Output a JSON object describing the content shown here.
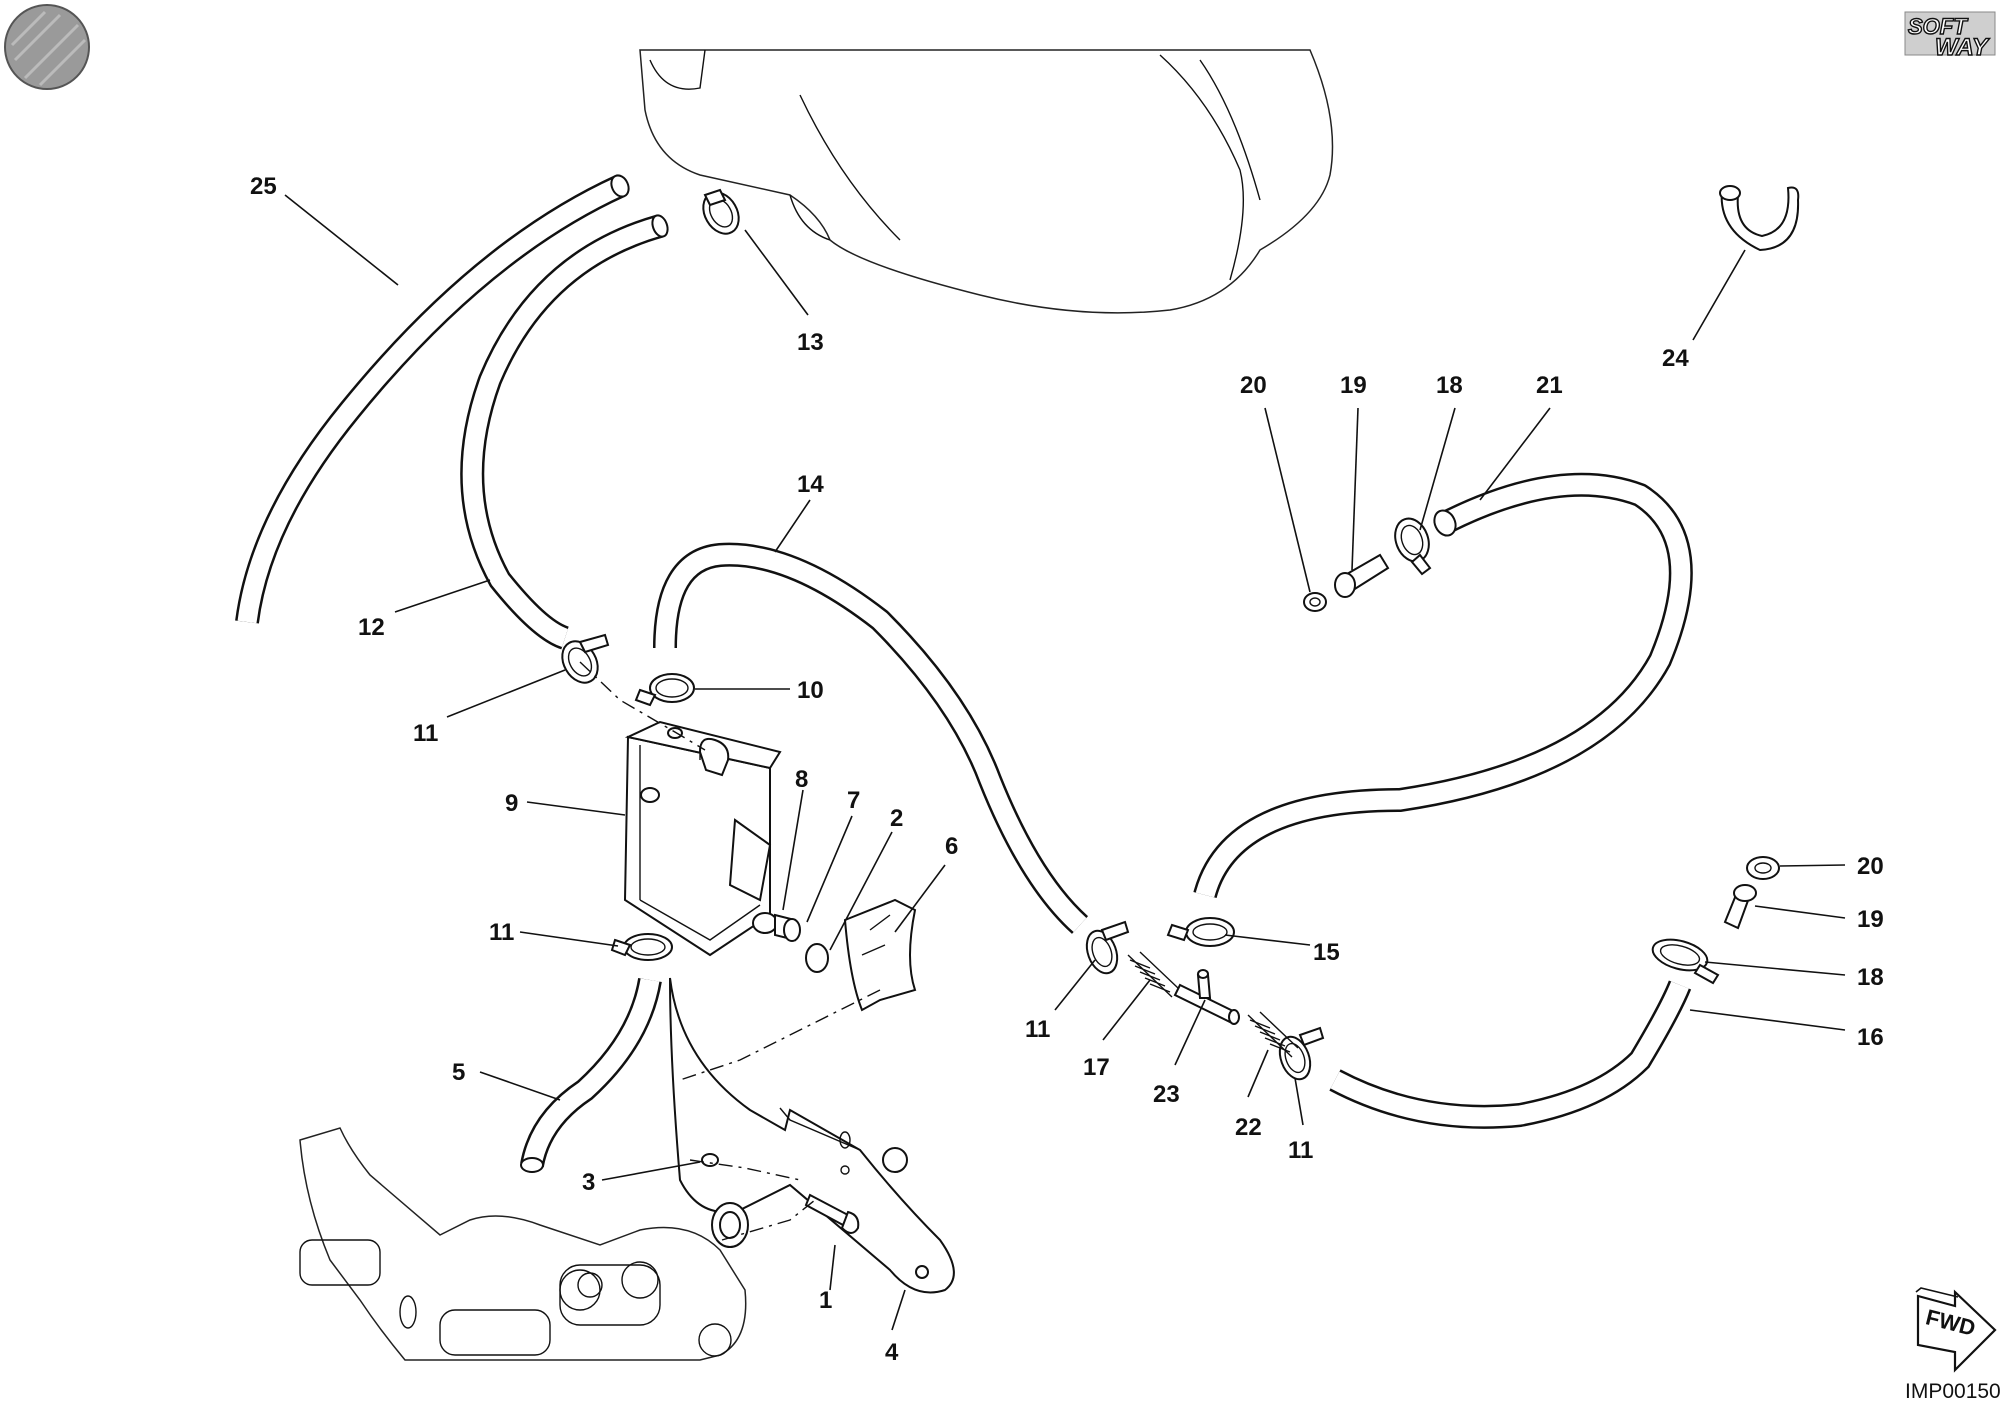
{
  "diagram": {
    "drawing_code": "IMP00150",
    "logo": {
      "line1": "SOFT",
      "line2": "WAY"
    },
    "fwd_label": "FWD",
    "callouts": [
      {
        "id": "c25",
        "label": "25"
      },
      {
        "id": "c13",
        "label": "13"
      },
      {
        "id": "c12",
        "label": "12"
      },
      {
        "id": "c14",
        "label": "14"
      },
      {
        "id": "c11a",
        "label": "11"
      },
      {
        "id": "c10",
        "label": "10"
      },
      {
        "id": "c9",
        "label": "9"
      },
      {
        "id": "c8",
        "label": "8"
      },
      {
        "id": "c7",
        "label": "7"
      },
      {
        "id": "c2",
        "label": "2"
      },
      {
        "id": "c6",
        "label": "6"
      },
      {
        "id": "c11b",
        "label": "11"
      },
      {
        "id": "c5",
        "label": "5"
      },
      {
        "id": "c3",
        "label": "3"
      },
      {
        "id": "c1",
        "label": "1"
      },
      {
        "id": "c4",
        "label": "4"
      },
      {
        "id": "c20a",
        "label": "20"
      },
      {
        "id": "c19a",
        "label": "19"
      },
      {
        "id": "c18a",
        "label": "18"
      },
      {
        "id": "c21",
        "label": "21"
      },
      {
        "id": "c24",
        "label": "24"
      },
      {
        "id": "c15",
        "label": "15"
      },
      {
        "id": "c11c",
        "label": "11"
      },
      {
        "id": "c17",
        "label": "17"
      },
      {
        "id": "c23",
        "label": "23"
      },
      {
        "id": "c22",
        "label": "22"
      },
      {
        "id": "c11d",
        "label": "11"
      },
      {
        "id": "c20b",
        "label": "20"
      },
      {
        "id": "c19b",
        "label": "19"
      },
      {
        "id": "c18b",
        "label": "18"
      },
      {
        "id": "c16",
        "label": "16"
      }
    ]
  }
}
